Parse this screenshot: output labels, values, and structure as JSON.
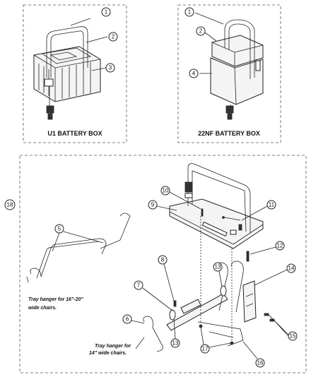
{
  "panels": {
    "u1": {
      "caption": "U1 BATTERY BOX"
    },
    "nf22": {
      "caption": "22NF BATTERY BOX"
    }
  },
  "notes": {
    "hanger_16_20": [
      "Tray hanger for 16\"-20\"",
      "wide chairs."
    ],
    "hanger_14": [
      "Tray hanger for",
      "14\" wide chairs."
    ]
  },
  "callouts": {
    "c1a": "1",
    "c2a": "2",
    "c3a": "3",
    "c1b": "1",
    "c2b": "2",
    "c4b": "4",
    "c18": "18",
    "c5": "5",
    "c6": "6",
    "c7": "7",
    "c8": "8",
    "c9": "9",
    "c10": "10",
    "c11": "11",
    "c12": "12",
    "c13a": "13",
    "c13b": "13",
    "c14": "14",
    "c15": "15",
    "c16": "16",
    "c17": "17"
  }
}
